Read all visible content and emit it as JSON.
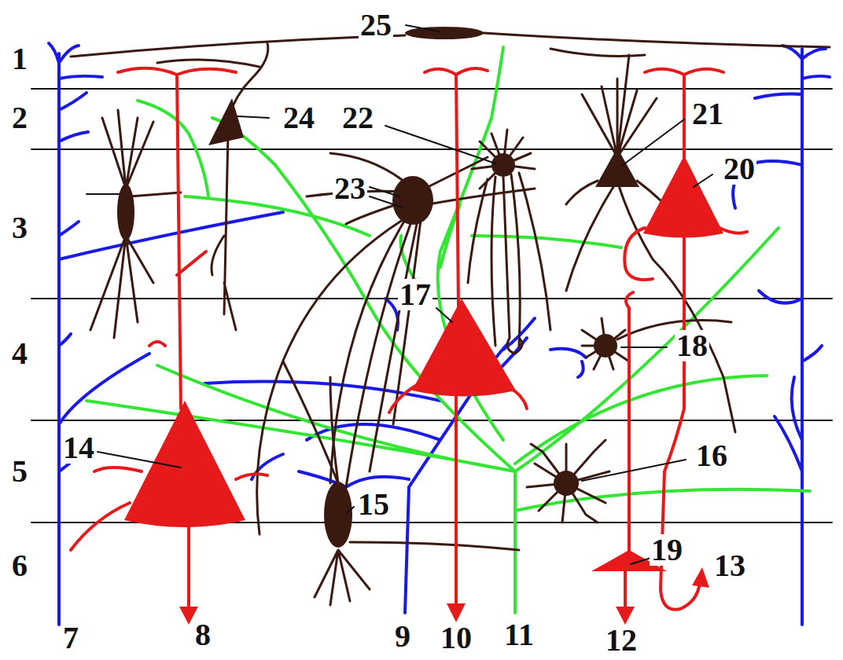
{
  "diagram": {
    "labels": [
      "1",
      "25",
      "2",
      "24",
      "22",
      "21",
      "20",
      "3",
      "23",
      "17",
      "4",
      "18",
      "14",
      "5",
      "16",
      "15",
      "19",
      "6",
      "13",
      "7",
      "8",
      "9",
      "10",
      "11",
      "12"
    ]
  }
}
